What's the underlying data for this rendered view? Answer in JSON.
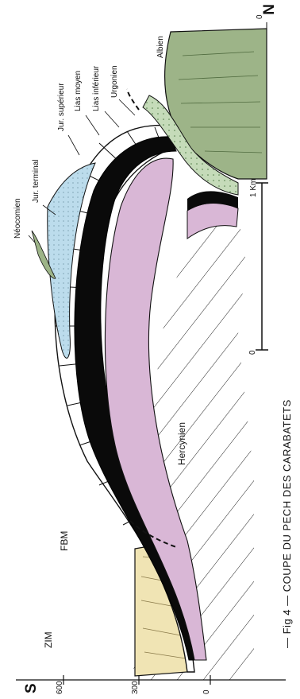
{
  "figure": {
    "caption": "— Fig 4 — COUPE DU PECH DES CARABATETS",
    "orientation": {
      "north": "N",
      "south": "S"
    },
    "labels": {
      "zim": "ZIM",
      "fbm": "FBM",
      "albien": "Albien",
      "urgonien": "Urgonien",
      "lias_inferieur": "Lias inférieur",
      "lias_moyen": "Lias moyen",
      "jur_superieur": "Jur. supérieur",
      "jur_terminal": "Jur. terminal",
      "neocomien": "Néocomien",
      "hercynien": "Hercynien"
    },
    "elevation_scale": {
      "ticks": [
        "600",
        "300",
        "0"
      ]
    },
    "distance_scale": {
      "start": "0",
      "end": "1 Km"
    },
    "top_scale_zero": "0",
    "colors": {
      "lias_inferieur": "#d9b7d6",
      "lias_moyen": "#0a0a0a",
      "neocomien": "#bcdcec",
      "albien": "#9db488",
      "urgonien": "#c5dbb9",
      "zim": "#f0e4b4"
    }
  }
}
